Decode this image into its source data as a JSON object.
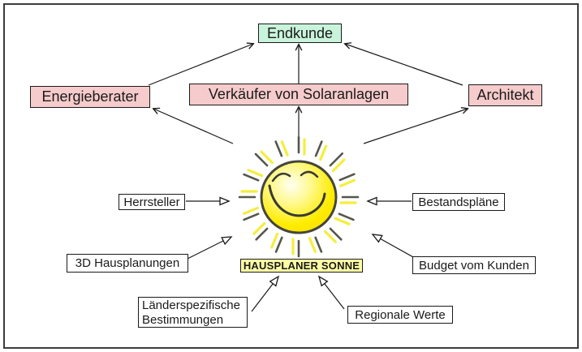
{
  "diagram": {
    "type": "hub-and-spoke concept diagram",
    "nodes": {
      "endkunde": {
        "label": "Endkunde",
        "bg": "#c9f4dc"
      },
      "energieberater": {
        "label": "Energieberater",
        "bg": "#f6cbcb"
      },
      "verkaeufer_von_solaranlagen": {
        "label": "Verkäufer von Solaranlagen",
        "bg": "#f6cbcb"
      },
      "architekt": {
        "label": "Architekt",
        "bg": "#f6cbcb"
      },
      "herrsteller": {
        "label": "Herrsteller",
        "bg": "#ffffff"
      },
      "bestandsplaene": {
        "label": "Bestandspläne",
        "bg": "#ffffff"
      },
      "hausplanungen_3d": {
        "label": "3D Hausplanungen",
        "bg": "#ffffff"
      },
      "budget_vom_kunden": {
        "label": "Budget vom Kunden",
        "bg": "#ffffff"
      },
      "laenderspezifische_bestimmungen": {
        "label": "Länderspezifische Bestimmungen",
        "bg": "#ffffff"
      },
      "regionale_werte": {
        "label": "Regionale Werte",
        "bg": "#ffffa6"
      },
      "sun_label": {
        "label": "HAUSPLANER SONNE",
        "bg": "#ffffa6"
      }
    },
    "center_graphic": {
      "name": "smiling-sun",
      "body_color": "#ffec00",
      "outline_color": "#45453e",
      "ray_dark": "#56564c",
      "ray_yellow": "#f4ee3e"
    },
    "edges": [
      {
        "from": "energieberater",
        "to": "endkunde",
        "arrow": "stick"
      },
      {
        "from": "verkaeufer_von_solaranlagen",
        "to": "endkunde",
        "arrow": "stick"
      },
      {
        "from": "architekt",
        "to": "endkunde",
        "arrow": "stick"
      },
      {
        "from": "sun",
        "to": "energieberater",
        "arrow": "stick"
      },
      {
        "from": "sun",
        "to": "verkaeufer_von_solaranlagen",
        "arrow": "stick"
      },
      {
        "from": "sun",
        "to": "architekt",
        "arrow": "stick"
      },
      {
        "from": "herrsteller",
        "to": "sun",
        "arrow": "open-triangle"
      },
      {
        "from": "bestandsplaene",
        "to": "sun",
        "arrow": "open-triangle"
      },
      {
        "from": "hausplanungen_3d",
        "to": "sun",
        "arrow": "open-triangle"
      },
      {
        "from": "budget_vom_kunden",
        "to": "sun",
        "arrow": "open-triangle"
      },
      {
        "from": "laenderspezifische_bestimmungen",
        "to": "sun_label",
        "arrow": "open-triangle"
      },
      {
        "from": "regionale_werte",
        "to": "sun_label",
        "arrow": "open-triangle"
      }
    ],
    "line_color": "#1a1a1a",
    "frame_border_color": "#3c3c3c"
  }
}
